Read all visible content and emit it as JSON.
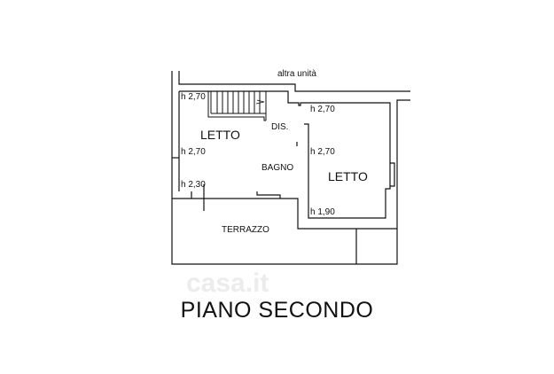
{
  "plan": {
    "labels": {
      "other_unit": "altra unità",
      "stairs_h": "h 2,70",
      "dis_h": "h 2,70",
      "letto_left": "LETTO",
      "dis": "DIS.",
      "letto_left_h": "h 2,70",
      "right_h": "h 2,70",
      "bagno": "BAGNO",
      "letto_right": "LETTO",
      "left_low_h": "h 2,30",
      "right_low_h": "h 1,90",
      "terrazzo": "TERRAZZO"
    },
    "title": "PIANO SECONDO",
    "watermark": "casa.it"
  }
}
